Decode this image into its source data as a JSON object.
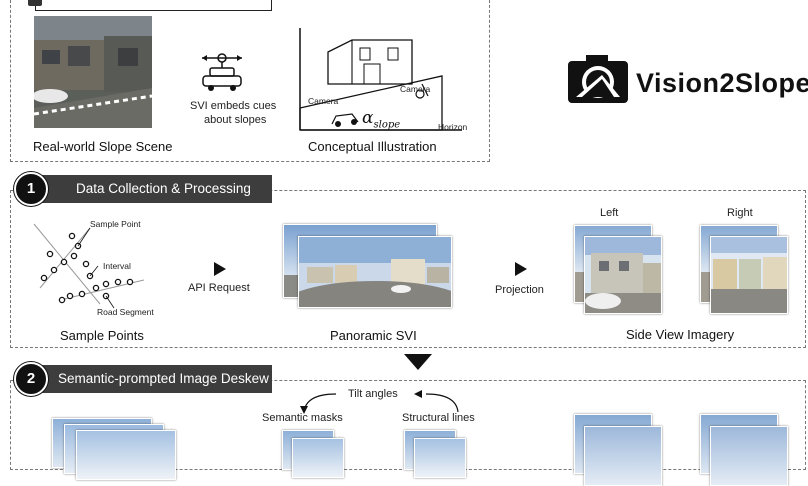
{
  "top_section": {
    "real_world_label": "Real-world Slope Scene",
    "svi_caption_line1": "SVI embeds cues",
    "svi_caption_line2": "about slopes",
    "conceptual_label": "Conceptual Illustration",
    "camera_label_1": "Camera",
    "camera_label_2": "Camera",
    "alpha_label": "α",
    "alpha_subscript": "slope",
    "horizon_label": "Horizon"
  },
  "logo": {
    "text": "Vision2Slope"
  },
  "step1": {
    "number": "1",
    "title": "Data Collection & Processing",
    "sample_point_label": "Sample Point",
    "interval_label": "Interval",
    "road_segment_label": "Road Segment",
    "sample_points_label": "Sample Points",
    "api_request_label": "API Request",
    "panoramic_label": "Panoramic SVI",
    "projection_label": "Projection",
    "left_label": "Left",
    "right_label": "Right",
    "side_view_label": "Side View Imagery"
  },
  "step2": {
    "number": "2",
    "title": "Semantic-prompted Image Deskew",
    "tilt_label": "Tilt angles",
    "semantic_masks_label": "Semantic masks",
    "structural_lines_label": "Structural lines"
  },
  "colors": {
    "banner": "#3d3d3d",
    "accent": "#111111"
  }
}
